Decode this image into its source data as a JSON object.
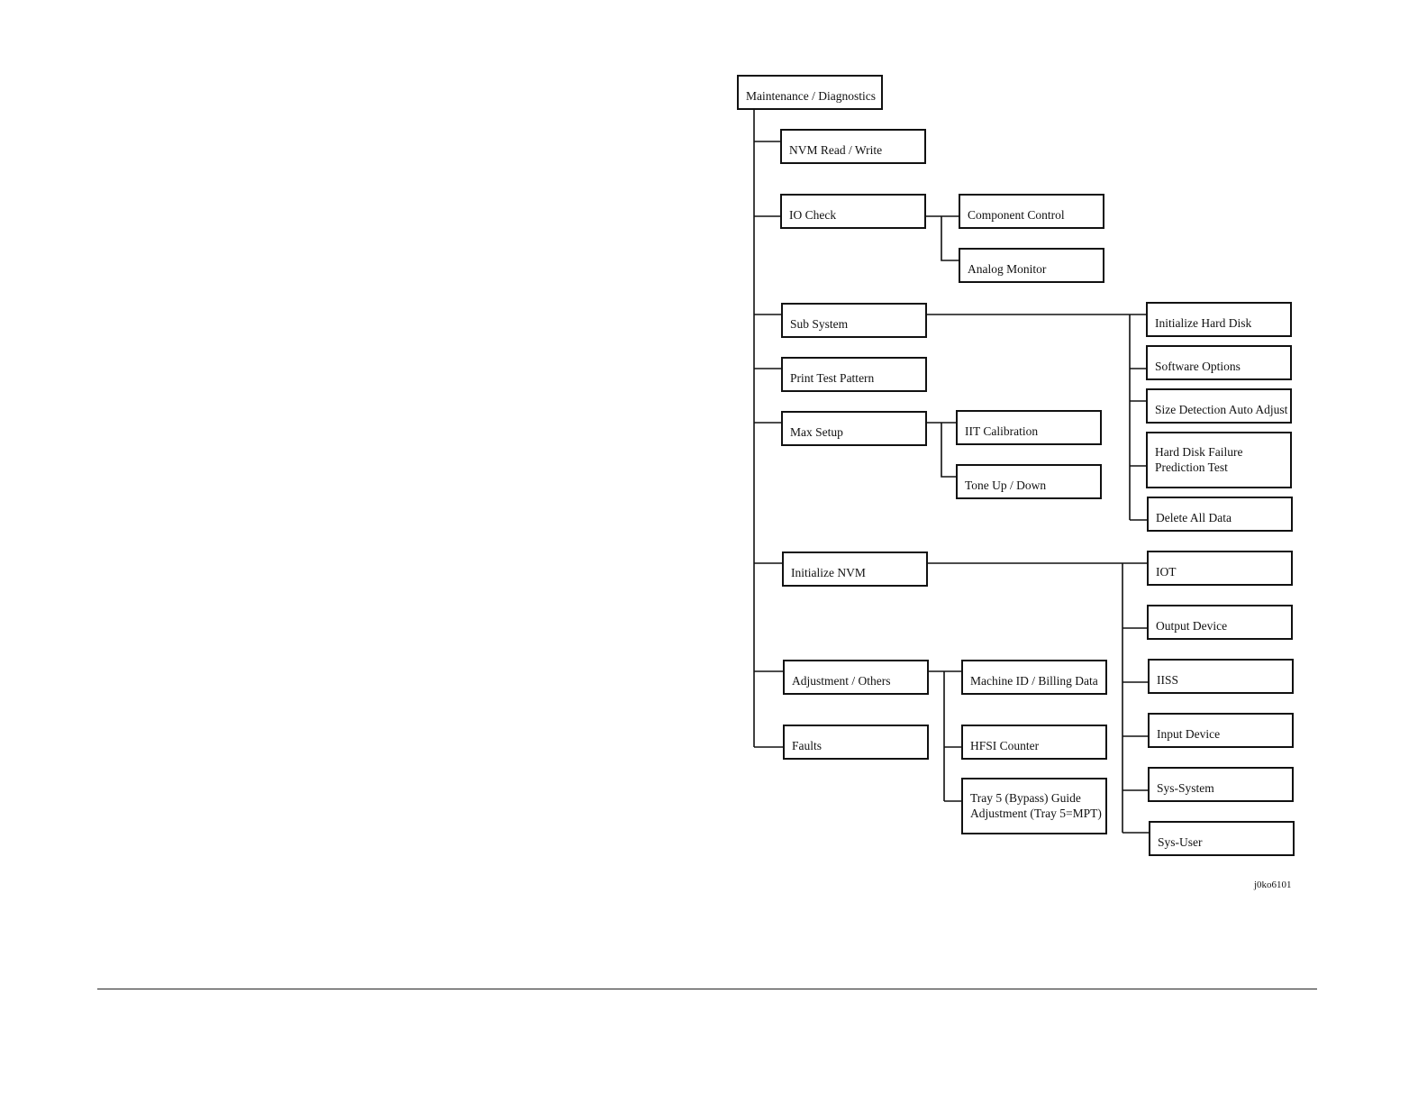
{
  "diagram": {
    "nodes": [
      {
        "id": "root",
        "lines": [
          "Maintenance / Diagnostics"
        ]
      },
      {
        "id": "nvm-rw",
        "lines": [
          "NVM Read / Write"
        ]
      },
      {
        "id": "io-check",
        "lines": [
          "IO Check"
        ]
      },
      {
        "id": "component-control",
        "lines": [
          "Component Control"
        ]
      },
      {
        "id": "analog-monitor",
        "lines": [
          "Analog Monitor"
        ]
      },
      {
        "id": "sub-system",
        "lines": [
          "Sub System"
        ]
      },
      {
        "id": "init-hd",
        "lines": [
          "Initialize Hard Disk"
        ]
      },
      {
        "id": "software-options",
        "lines": [
          "Software Options"
        ]
      },
      {
        "id": "size-detection",
        "lines": [
          "Size Detection Auto Adjust"
        ]
      },
      {
        "id": "hd-failure",
        "lines": [
          "Hard Disk Failure",
          "Prediction Test"
        ]
      },
      {
        "id": "delete-all",
        "lines": [
          "Delete All Data"
        ]
      },
      {
        "id": "print-test",
        "lines": [
          "Print Test Pattern"
        ]
      },
      {
        "id": "max-setup",
        "lines": [
          "Max Setup"
        ]
      },
      {
        "id": "iit-cal",
        "lines": [
          "IIT Calibration"
        ]
      },
      {
        "id": "tone-updown",
        "lines": [
          "Tone Up / Down"
        ]
      },
      {
        "id": "init-nvm",
        "lines": [
          "Initialize NVM"
        ]
      },
      {
        "id": "iot",
        "lines": [
          "IOT"
        ]
      },
      {
        "id": "output-device",
        "lines": [
          "Output Device"
        ]
      },
      {
        "id": "iiss",
        "lines": [
          "IISS"
        ]
      },
      {
        "id": "input-device",
        "lines": [
          "Input Device"
        ]
      },
      {
        "id": "sys-system",
        "lines": [
          "Sys-System"
        ]
      },
      {
        "id": "sys-user",
        "lines": [
          "Sys-User"
        ]
      },
      {
        "id": "adjustment-others",
        "lines": [
          "Adjustment / Others"
        ]
      },
      {
        "id": "machine-id",
        "lines": [
          "Machine ID / Billing Data"
        ]
      },
      {
        "id": "hfsi",
        "lines": [
          "HFSI Counter"
        ]
      },
      {
        "id": "tray5",
        "lines": [
          "Tray 5 (Bypass) Guide",
          "Adjustment (Tray 5=MPT)"
        ]
      },
      {
        "id": "faults",
        "lines": [
          "Faults"
        ]
      }
    ],
    "edges": [
      [
        "root",
        "nvm-rw"
      ],
      [
        "root",
        "io-check"
      ],
      [
        "root",
        "sub-system"
      ],
      [
        "root",
        "print-test"
      ],
      [
        "root",
        "max-setup"
      ],
      [
        "root",
        "init-nvm"
      ],
      [
        "root",
        "adjustment-others"
      ],
      [
        "root",
        "faults"
      ],
      [
        "io-check",
        "component-control"
      ],
      [
        "io-check",
        "analog-monitor"
      ],
      [
        "sub-system",
        "init-hd"
      ],
      [
        "sub-system",
        "software-options"
      ],
      [
        "sub-system",
        "size-detection"
      ],
      [
        "sub-system",
        "hd-failure"
      ],
      [
        "sub-system",
        "delete-all"
      ],
      [
        "max-setup",
        "iit-cal"
      ],
      [
        "max-setup",
        "tone-updown"
      ],
      [
        "init-nvm",
        "iot"
      ],
      [
        "init-nvm",
        "output-device"
      ],
      [
        "init-nvm",
        "iiss"
      ],
      [
        "init-nvm",
        "input-device"
      ],
      [
        "init-nvm",
        "sys-system"
      ],
      [
        "init-nvm",
        "sys-user"
      ],
      [
        "adjustment-others",
        "machine-id"
      ],
      [
        "adjustment-others",
        "hfsi"
      ],
      [
        "adjustment-others",
        "tray5"
      ]
    ]
  },
  "figure_id": "j0ko6101"
}
